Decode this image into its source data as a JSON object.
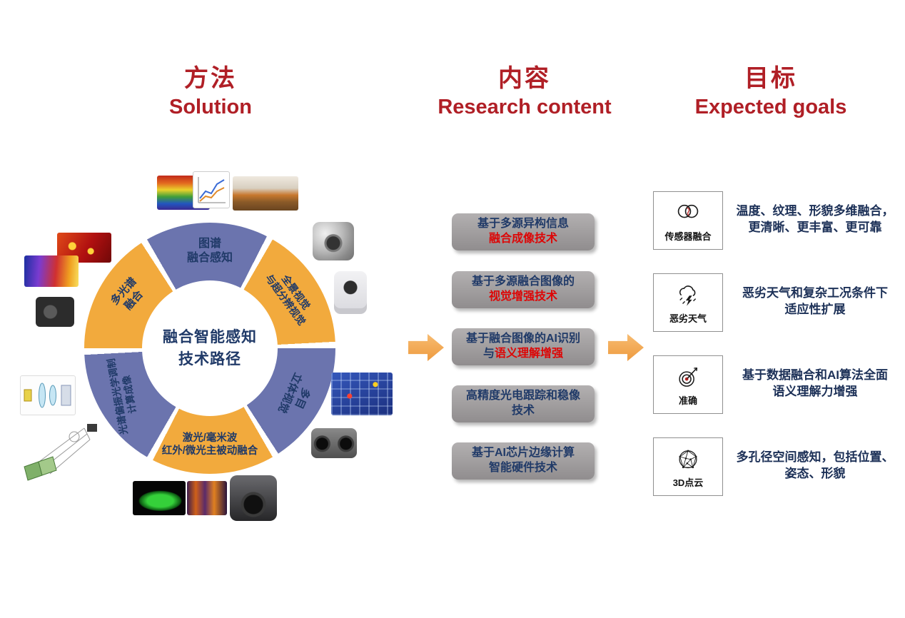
{
  "headers": {
    "solution": {
      "zh": "方法",
      "en": "Solution"
    },
    "content": {
      "zh": "内容",
      "en": "Research content"
    },
    "goals": {
      "zh": "目标",
      "en": "Expected goals"
    }
  },
  "ring": {
    "center_line1": "融合智能感知",
    "center_line2": "技术路径",
    "segments": [
      {
        "position": "top",
        "color": "blue",
        "line1": "图谱",
        "line2": "融合感知"
      },
      {
        "position": "top-right",
        "color": "yellow",
        "line1": "全景视觉",
        "line2": "与超分辨视觉"
      },
      {
        "position": "right",
        "color": "blue",
        "line1": "多目",
        "line2": "立体视觉"
      },
      {
        "position": "bottom",
        "color": "yellow",
        "line1": "激光/毫米波",
        "line2": "红外/微光主被动融合"
      },
      {
        "position": "left",
        "color": "blue",
        "line1": "光谱偏振光学调制",
        "line2": "计算成像"
      },
      {
        "position": "top-left",
        "color": "yellow",
        "line1": "多光谱",
        "line2": "融合"
      }
    ]
  },
  "research": {
    "boxes": [
      {
        "line1": "基于多源异构信息",
        "line2": "融合成像技术",
        "highlight": "red"
      },
      {
        "line1": "基于多源融合图像的",
        "line2": "视觉增强技术",
        "highlight": "red"
      },
      {
        "line1": "基于融合图像的AI识别",
        "line2_prefix": "与",
        "line2": "语义理解增强",
        "highlight": "red"
      },
      {
        "line1": "高精度光电跟踪和稳像",
        "line2": "技术",
        "highlight": "none"
      },
      {
        "line1": "基于AI芯片边缘计算",
        "line2": "智能硬件技术",
        "highlight": "none"
      }
    ]
  },
  "goals": {
    "items": [
      {
        "icon": "sensor-fusion-icon",
        "label": "传感器融合",
        "desc_line1": "温度、纹理、形貌多维融合，",
        "desc_line2": "更清晰、更丰富、更可靠"
      },
      {
        "icon": "bad-weather-icon",
        "label": "恶劣天气",
        "desc_line1": "恶劣天气和复杂工况条件下",
        "desc_line2": "适应性扩展"
      },
      {
        "icon": "target-icon",
        "label": "准确",
        "desc_line1": "基于数据融合和AI算法全面",
        "desc_line2": "语义理解力增强"
      },
      {
        "icon": "point-cloud-icon",
        "label": "3D点云",
        "desc_line1": "多孔径空间感知，包括位置、",
        "desc_line2": "姿态、形貌"
      }
    ]
  },
  "flow": {
    "arrows": [
      "flow-arrow-left",
      "flow-arrow-right"
    ]
  },
  "illustrations": [
    "thermal-spectrum-cube",
    "spectral-curve-chart",
    "pipeline-photo",
    "panoramic-camera",
    "ptz-camera",
    "thermal-apples",
    "thermal-scene",
    "lens-module",
    "depth-boxes-scene",
    "stereo-camera",
    "lens-elements-diagram",
    "optical-path-diagram",
    "thermal-ship",
    "thermal-people",
    "gimbal-camera"
  ],
  "colors": {
    "header_red": "#b01f26",
    "highlight_red": "#dd0606",
    "ring_yellow": "#f2aa3d",
    "ring_blue": "#6b74ae",
    "navy_text": "#203a68",
    "box_gray": "#9e9b9c",
    "arrow_orange": "#ee9a3e"
  }
}
